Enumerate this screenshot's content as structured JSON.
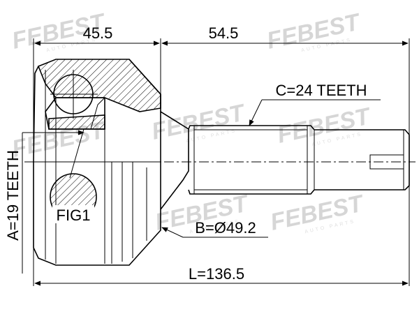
{
  "drawing": {
    "length_top_left": "45.5",
    "length_top_right": "54.5",
    "spline_c": "C=24 TEETH",
    "spline_a": "A=19 TEETH",
    "diameter_b": "B=Ø49.2",
    "total_length": "L=136.5",
    "figure_label": "FIG1"
  },
  "watermark": {
    "brand": "FEBEST",
    "tagline": "AUTO PARTS"
  },
  "colors": {
    "line": "#000000",
    "watermark": "#d6d6d6",
    "background": "#ffffff"
  }
}
